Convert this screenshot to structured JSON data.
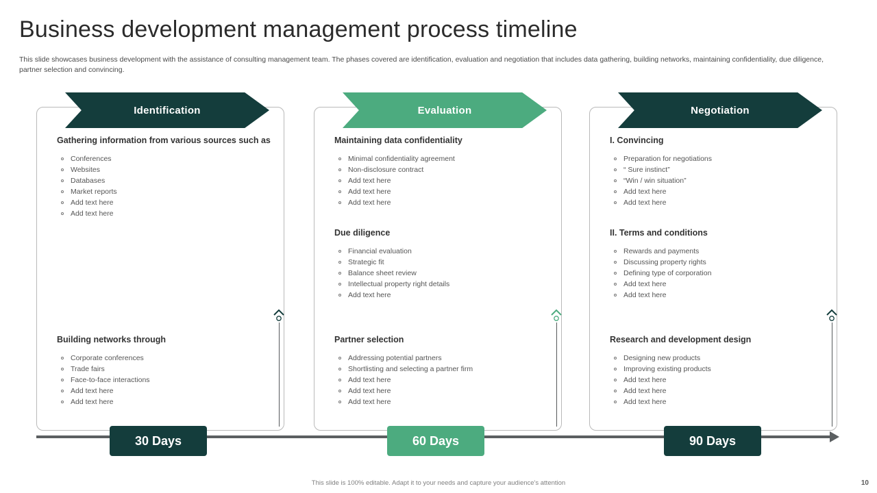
{
  "slide": {
    "title": "Business development management process timeline",
    "subtitle": "This slide showcases business development with the assistance of consulting management team. The phases covered are identification, evaluation and negotiation that includes data gathering, building networks, maintaining confidentiality, due diligence, partner selection and convincing.",
    "footer_note": "This slide is 100% editable. Adapt it to your needs and capture your audience's attention",
    "page_number": "10"
  },
  "colors": {
    "dark_teal": "#143d3c",
    "green": "#4cab7f",
    "axis_gray": "#5b5f61",
    "card_border": "#b9b9b9"
  },
  "columns": [
    {
      "banner_label": "Identification",
      "banner_color": "#143d3c",
      "marker_color": "#143d3c",
      "day_label": "30 Days",
      "day_color": "#143d3c",
      "upper_sections": [
        {
          "heading": "Gathering information from various sources such as",
          "items": [
            "Conferences",
            "Websites",
            "Databases",
            "Market reports",
            "Add text here",
            "Add text here"
          ]
        }
      ],
      "lower_section": {
        "heading": "Building networks through",
        "items": [
          "Corporate  conferences",
          "Trade  fairs",
          "Face-to-face  interactions",
          "Add text here",
          "Add text here"
        ]
      }
    },
    {
      "banner_label": "Evaluation",
      "banner_color": "#4cab7f",
      "marker_color": "#4cab7f",
      "day_label": "60 Days",
      "day_color": "#4cab7f",
      "upper_sections": [
        {
          "heading": "Maintaining data confidentiality",
          "items": [
            "Minimal confidentiality  agreement",
            "Non-disclosure  contract",
            "Add text here",
            "Add text here",
            "Add text here"
          ]
        },
        {
          "heading": "Due diligence",
          "items": [
            "Financial evaluation",
            "Strategic fit",
            "Balance sheet review",
            "Intellectual  property right details",
            "Add text here"
          ]
        }
      ],
      "lower_section": {
        "heading": "Partner selection",
        "items": [
          "Addressing potential  partners",
          "Shortlisting and selecting a partner  firm",
          "Add text here",
          "Add text here",
          "Add text here"
        ]
      }
    },
    {
      "banner_label": "Negotiation",
      "banner_color": "#143d3c",
      "marker_color": "#143d3c",
      "day_label": "90 Days",
      "day_color": "#143d3c",
      "upper_sections": [
        {
          "heading": "I. Convincing",
          "items": [
            "Preparation  for negotiations",
            "“ Sure  instinct”",
            "“Win / win  situation”",
            "Add text here",
            "Add text here"
          ]
        },
        {
          "heading": "II. Terms and conditions",
          "items": [
            "Rewards  and  payments",
            "Discussing property rights",
            "Defining  type of corporation",
            "Add text here",
            "Add text here"
          ]
        }
      ],
      "lower_section": {
        "heading": "Research and development design",
        "items": [
          "Designing  new products",
          "Improving  existing products",
          "Add text here",
          "Add text here",
          "Add text here"
        ]
      }
    }
  ]
}
